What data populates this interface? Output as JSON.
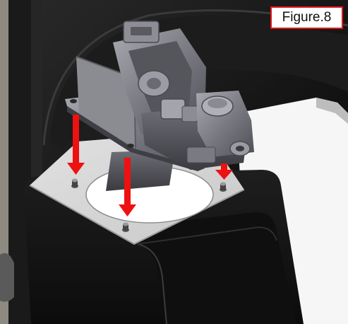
{
  "figure": {
    "label": "Figure.8"
  },
  "colors": {
    "arrow": "#ee1111",
    "label_border": "#e01818",
    "plate": "#d9d9d9",
    "housing": "#151515",
    "bracket": "#7c7c84",
    "window": "#f6f6f6"
  },
  "arrows": [
    {
      "name": "arrow-left-bolt",
      "direction": "down"
    },
    {
      "name": "arrow-center-bolt",
      "direction": "down"
    },
    {
      "name": "arrow-right-bolt",
      "direction": "down"
    }
  ]
}
